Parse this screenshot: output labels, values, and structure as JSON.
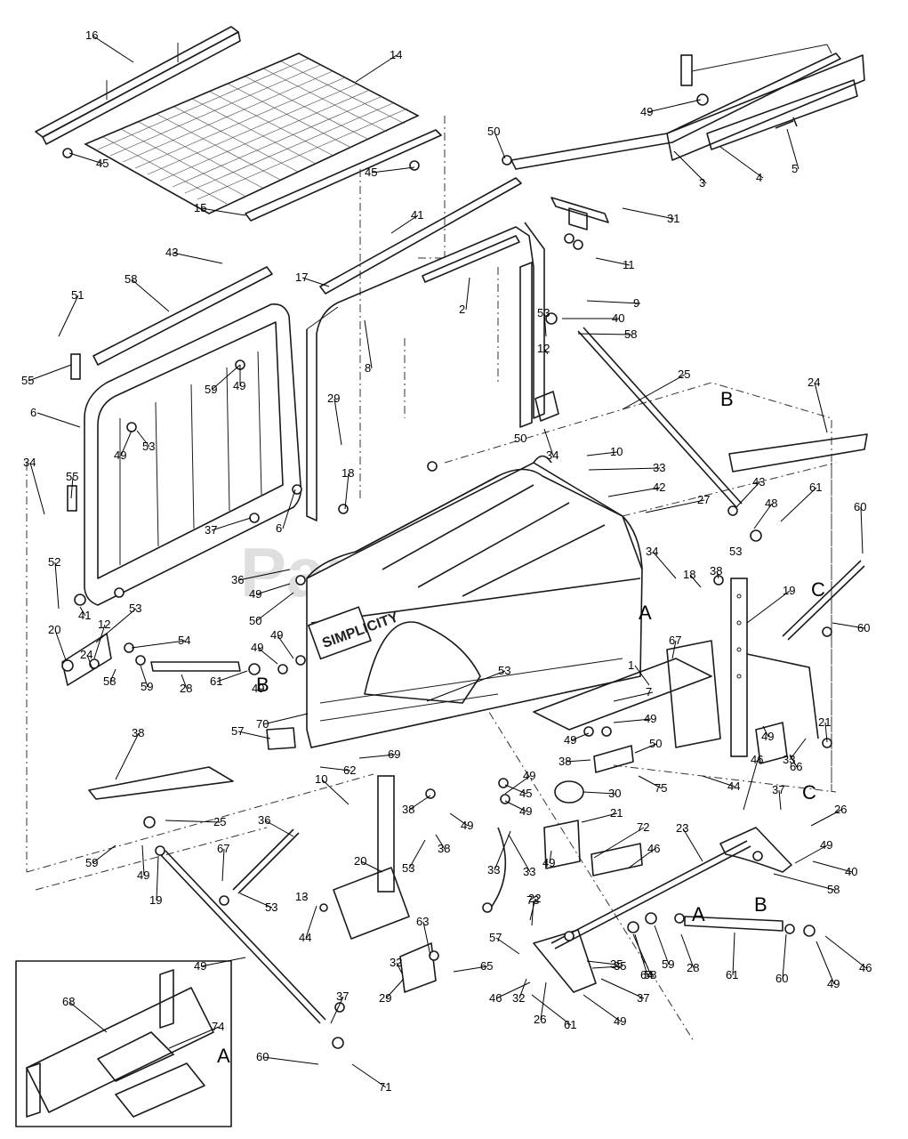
{
  "watermark": "PartsTree",
  "tank_logo": "SIMPLICITY",
  "callouts": [
    "16",
    "14",
    "45",
    "45",
    "50",
    "49",
    "3",
    "4",
    "5",
    "41",
    "15",
    "43",
    "58",
    "17",
    "31",
    "11",
    "51",
    "55",
    "6",
    "2",
    "8",
    "9",
    "40",
    "58",
    "59",
    "49",
    "53",
    "49",
    "53",
    "12",
    "25",
    "29",
    "34",
    "55",
    "6",
    "18",
    "50",
    "34",
    "B",
    "24",
    "10",
    "33",
    "42",
    "27",
    "43",
    "48",
    "61",
    "60",
    "37",
    "36",
    "49",
    "50",
    "52",
    "41",
    "34",
    "18",
    "38",
    "53",
    "C",
    "19",
    "20",
    "12",
    "53",
    "24",
    "54",
    "49",
    "49",
    "58",
    "59",
    "28",
    "60",
    "61",
    "49",
    "A",
    "67",
    "53",
    "70",
    "1",
    "7",
    "49",
    "49",
    "49",
    "33",
    "21",
    "66",
    "57",
    "62",
    "69",
    "38",
    "50",
    "75",
    "44",
    "38",
    "38",
    "10",
    "49",
    "45",
    "49",
    "30",
    "33",
    "25",
    "36",
    "20",
    "53",
    "38",
    "49",
    "33",
    "21",
    "72",
    "22",
    "32",
    "35",
    "46",
    "37",
    "C",
    "26",
    "49",
    "40",
    "58",
    "59",
    "49",
    "19",
    "67",
    "53",
    "13",
    "44",
    "23",
    "46",
    "49",
    "B",
    "64",
    "63",
    "32",
    "73",
    "57",
    "65",
    "29",
    "49",
    "58",
    "59",
    "28",
    "61",
    "60",
    "49",
    "46",
    "35",
    "46",
    "26",
    "49",
    "37",
    "61",
    "37",
    "60",
    "71",
    "68",
    "74",
    "A",
    "B",
    "A"
  ],
  "letters": [
    "A",
    "B",
    "C"
  ]
}
